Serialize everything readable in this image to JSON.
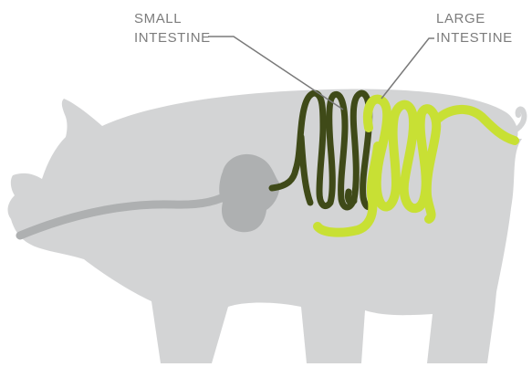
{
  "labels": {
    "small_intestine": {
      "line1": "SMALL",
      "line2": "INTESTINE"
    },
    "large_intestine": {
      "line1": "LARGE",
      "line2": "INTESTINE"
    }
  },
  "colors": {
    "body": "#d3d4d5",
    "stomach": "#aeb0b1",
    "esophagus": "#aeb0b1",
    "small_intestine": "#3f4a18",
    "large_intestine": "#c8e034",
    "leader_line": "#7a7a7a",
    "label_text": "#7c7c7c"
  }
}
